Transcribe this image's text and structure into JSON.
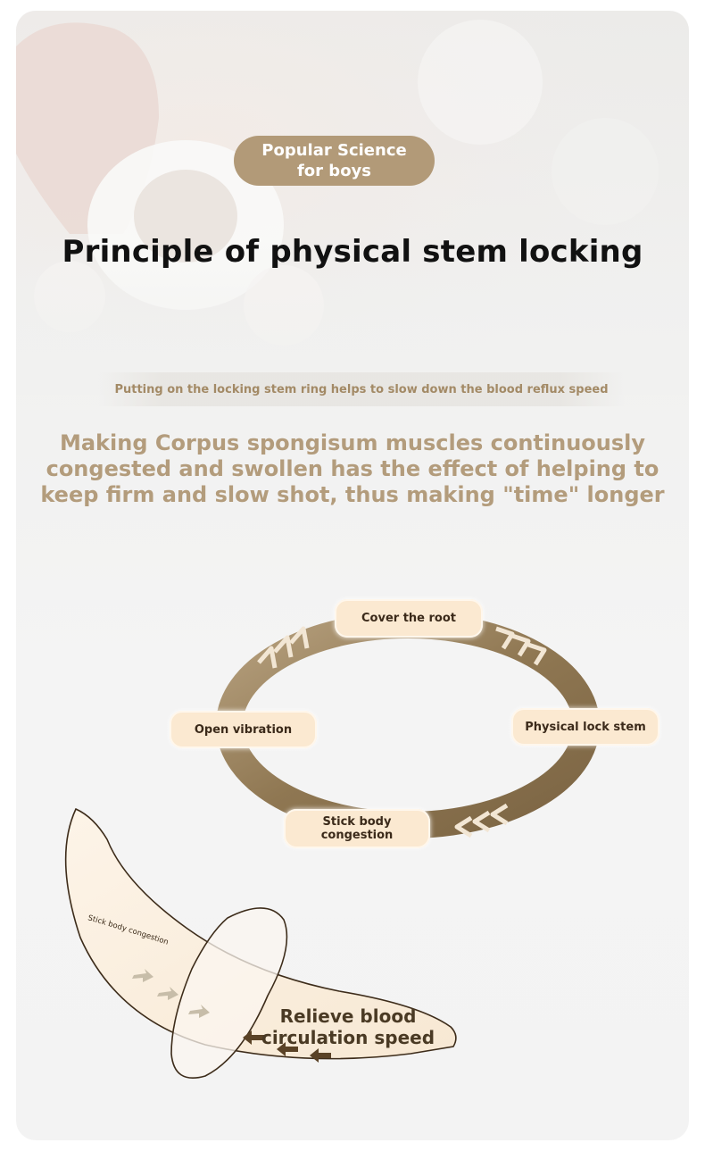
{
  "badge": {
    "line1": "Popular Science",
    "line2": "for boys"
  },
  "title": "Principle of physical stem locking",
  "subtitle": "Putting on the locking stem ring helps to slow down the blood reflux speed",
  "lead": {
    "line1": "Making Corpus spongisum muscles continuously",
    "line2": "congested and swollen has the effect of helping to",
    "line3": "keep firm and slow shot, thus making \"time\" longer"
  },
  "cycle": {
    "cover_root": "Cover the root",
    "open_vibration": "Open vibration",
    "physical_lock": "Physical lock stem",
    "congestion_line1": "Stick body",
    "congestion_line2": "congestion"
  },
  "illustration": {
    "curved_label": "Stick body congestion",
    "relieve_line1": "Relieve blood",
    "relieve_line2": "circulation speed"
  },
  "colors": {
    "badge_bg": "#b29a78",
    "ring_brown": "#9b845f",
    "lead_text": "#b39c7c",
    "chip_bg": "#fbe9d1",
    "arrow_dark": "#5a4226",
    "arrow_light": "#c7bda9"
  }
}
